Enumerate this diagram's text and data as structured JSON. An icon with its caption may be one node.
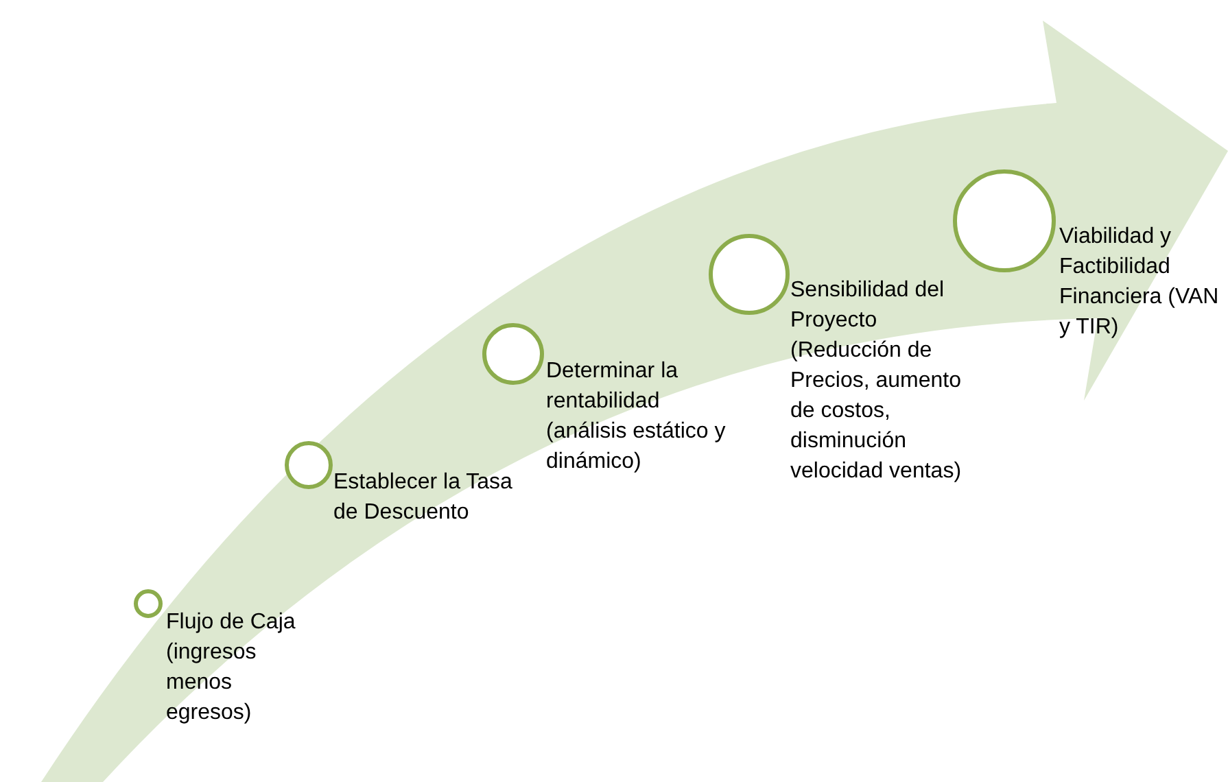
{
  "diagram": {
    "nodes": [
      {
        "text": [],
        "shape": "circle",
        "beside": [
          "Flujo de Caja (ingresos menos egresos)"
        ]
      },
      {
        "text": [],
        "shape": "circle",
        "beside": [
          "Establecer la Tasa de Descuento"
        ]
      },
      {
        "text": [],
        "shape": "circle",
        "beside": [
          "Determinar la rentabilidad (análisis estático y dinámico)"
        ]
      },
      {
        "text": [],
        "shape": "circle",
        "beside": [
          "Sensibilidad del Proyecto (Reducción de Precios, aumento de costos, disminución velocidad ventas)"
        ]
      },
      {
        "text": [],
        "shape": "circle",
        "beside": [
          "Viabilidad y Factibilidad Financiera (VAN y TIR)"
        ]
      }
    ]
  }
}
